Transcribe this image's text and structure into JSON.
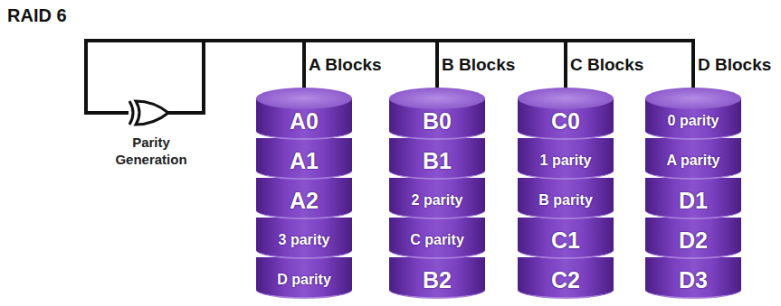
{
  "diagram": {
    "title": "RAID 6",
    "nodes": [
      {
        "text": [
          "A Blocks"
        ]
      },
      {
        "text": [
          "A0"
        ],
        "in": 0
      },
      {
        "text": [
          "A1"
        ],
        "in": 0
      },
      {
        "text": [
          "A2"
        ],
        "in": 0
      },
      {
        "text": [
          "3 parity"
        ],
        "in": 0
      },
      {
        "text": [
          "D parity"
        ],
        "in": 0
      },
      {
        "text": [
          "B Blocks"
        ]
      },
      {
        "text": [
          "B0"
        ],
        "in": 6
      },
      {
        "text": [
          "B1"
        ],
        "in": 6
      },
      {
        "text": [
          "2 parity"
        ],
        "in": 6
      },
      {
        "text": [
          "C parity"
        ],
        "in": 6
      },
      {
        "text": [
          "B2"
        ],
        "in": 6
      },
      {
        "text": [
          "C Blocks"
        ]
      },
      {
        "text": [
          "C0"
        ],
        "in": 12
      },
      {
        "text": [
          "1 parity"
        ],
        "in": 12
      },
      {
        "text": [
          "B parity"
        ],
        "in": 12
      },
      {
        "text": [
          "C1"
        ],
        "in": 12
      },
      {
        "text": [
          "C2"
        ],
        "in": 12
      },
      {
        "text": [
          "D Blocks"
        ]
      },
      {
        "text": [
          "0 parity"
        ],
        "in": 18
      },
      {
        "text": [
          "A parity"
        ],
        "in": 18
      },
      {
        "text": [
          "D1"
        ],
        "in": 18
      },
      {
        "text": [
          "D2"
        ],
        "in": 18
      },
      {
        "text": [
          "D3"
        ],
        "in": 18
      }
    ],
    "labels": [
      "Parity Generation"
    ]
  }
}
